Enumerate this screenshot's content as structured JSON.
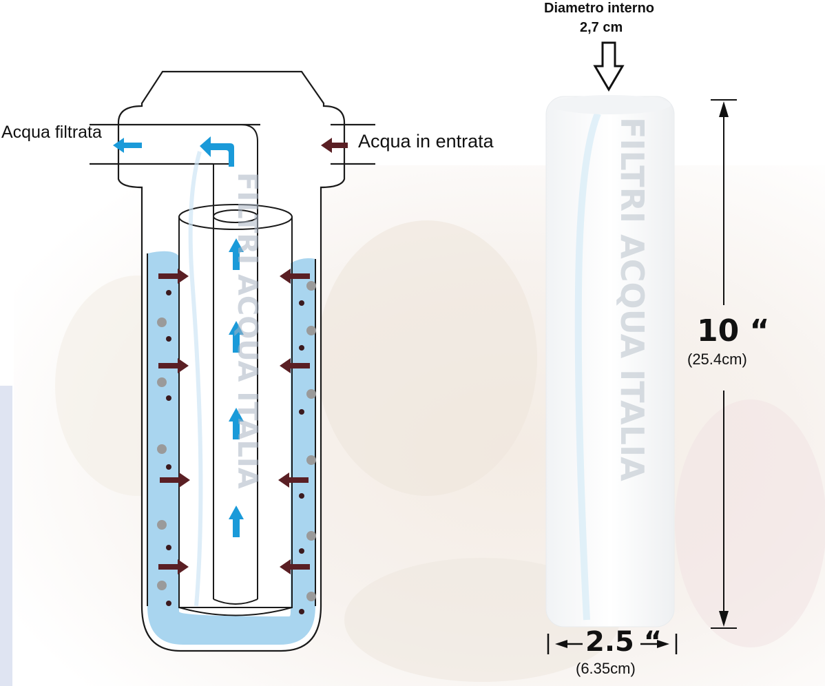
{
  "labels": {
    "water_out": "Acqua filtrata",
    "water_in": "Acqua in entrata",
    "inner_diameter_title": "Diametro interno",
    "inner_diameter_value": "2,7 cm",
    "length_inches": "10 “",
    "length_cm": "(25.4cm)",
    "width_inches": "2.5 “",
    "width_cm": "(6.35cm)"
  },
  "brand_text": "FILTRI ACQUA ITALIA",
  "colors": {
    "water": "#a9d5ef",
    "flow_arrow_blue": "#1a9ad9",
    "inflow_arrow": "#5a1f24",
    "particle": "#9a9a9a",
    "particle_dark": "#3b1a1e",
    "outline": "#1a1a1a"
  }
}
